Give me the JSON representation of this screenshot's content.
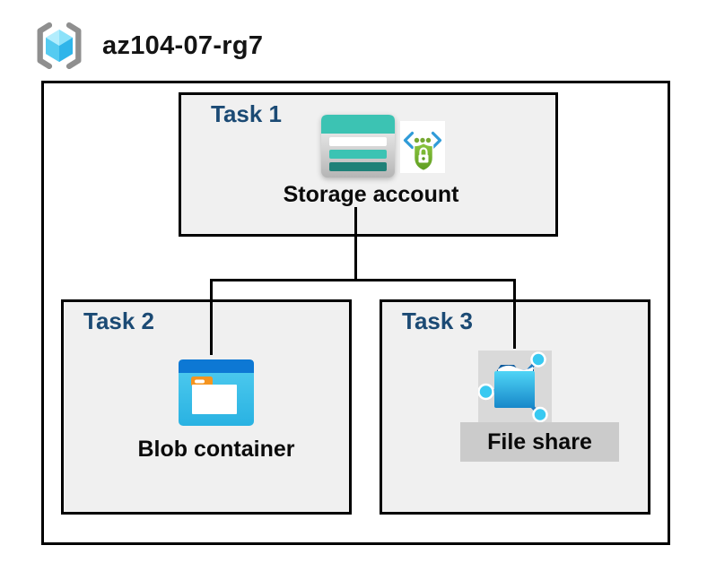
{
  "header": {
    "resource_group_name": "az104-07-rg7",
    "icon": "resource-group-icon"
  },
  "diagram": {
    "tasks": [
      {
        "label": "Task 1",
        "resource": "Storage account",
        "icons": [
          "storage-account-icon",
          "sas-security-icon"
        ]
      },
      {
        "label": "Task 2",
        "resource": "Blob container",
        "icons": [
          "blob-container-icon"
        ]
      },
      {
        "label": "Task 3",
        "resource": "File share",
        "icons": [
          "file-share-icon"
        ]
      }
    ],
    "connections": [
      {
        "from": "Storage account",
        "to": "Blob container"
      },
      {
        "from": "Storage account",
        "to": "File share"
      }
    ]
  },
  "colors": {
    "task_label_navy": "#1b4a74",
    "task_box_fill": "#f0f0f0",
    "box_border": "#000000",
    "connector": "#000000",
    "storage_teal": "#3cc3b3",
    "storage_teal_dark": "#1f8178",
    "blob_header_blue": "#0d78d4",
    "blob_body_blue": "#35bfe9",
    "folder_tab_orange": "#f5941f",
    "file_share_blue": "#1787c9",
    "node_cyan": "#38c9f1",
    "sas_bracket_blue": "#2f9bd8",
    "sas_green": "#76a832",
    "cube_cyan": "#55cbf1",
    "bracket_gray": "#8f8f8f",
    "fs_square_gray": "#d9d9d9",
    "fs_bar_gray": "#cbcbcb"
  }
}
